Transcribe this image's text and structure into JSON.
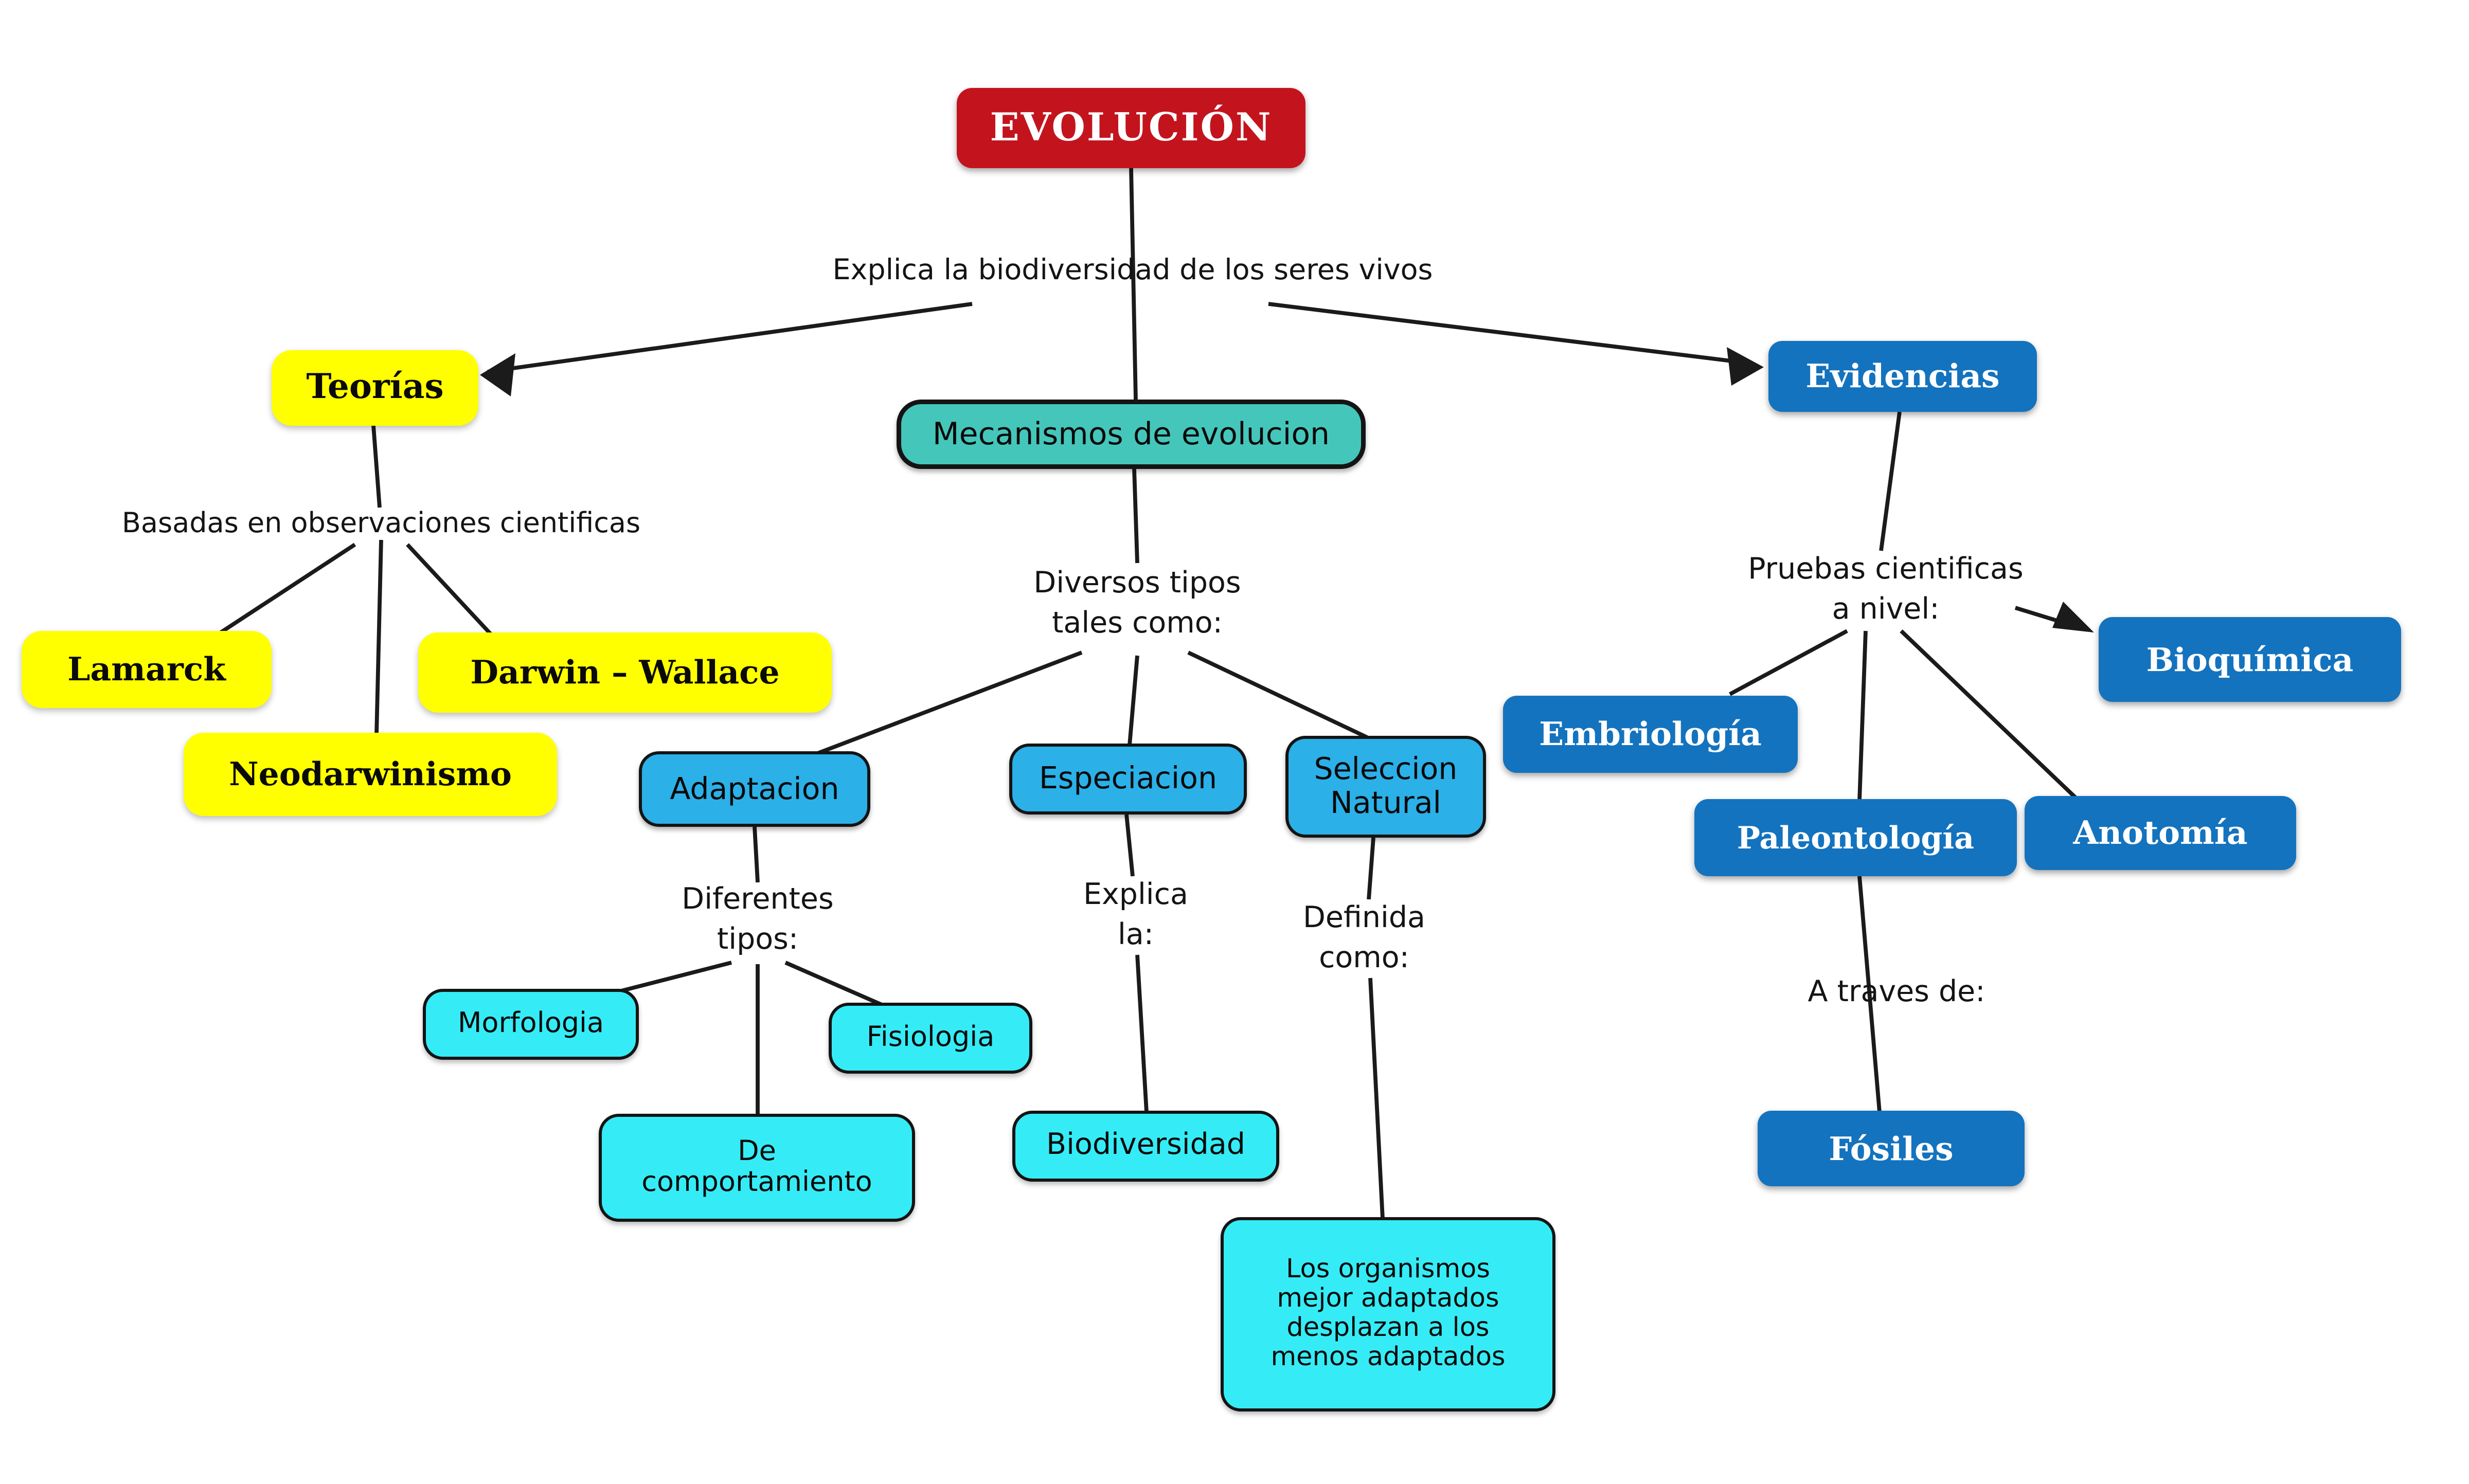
{
  "palette": {
    "background": "#ffffff",
    "red": "#c3141e",
    "yellow": "#ffff00",
    "teal": "#45c6bb",
    "sky_blue": "#2bb0e8",
    "cyan": "#35ecf6",
    "blue": "#1473be",
    "line": "#1b1b1b",
    "text_dark": "#111111",
    "text_light": "#ffffff"
  },
  "nodes": {
    "evolucion": "EVOLUCIÓN",
    "teorias": "Teorías",
    "lamarck": "Lamarck",
    "darwin_wallace": "Darwin – Wallace",
    "neodarwinismo": "Neodarwinismo",
    "mecanismos": "Mecanismos de evolucion",
    "adaptacion": "Adaptacion",
    "especiacion": "Especiacion",
    "seleccion_natural": "Seleccion\nNatural",
    "morfologia": "Morfologia",
    "fisiologia": "Fisiologia",
    "de_comportamiento": "De\ncomportamiento",
    "biodiversidad": "Biodiversidad",
    "organismos": "Los organismos\nmejor adaptados\ndesplazan a los\nmenos adaptados",
    "evidencias": "Evidencias",
    "bioquimica": "Bioquímica",
    "embriologia": "Embriología",
    "paleontologia": "Paleontología",
    "anotomia": "Anotomía",
    "fosiles": "Fósiles"
  },
  "labels": {
    "explica_biodiversidad": "Explica la biodiversidad de los seres vivos",
    "basadas": "Basadas en observaciones cientificas",
    "diversos_tipos": "Diversos tipos\ntales como:",
    "diferentes_tipos": "Diferentes\ntipos:",
    "explica_la": "Explica\nla:",
    "definida_como": "Definida\ncomo:",
    "pruebas": "Pruebas cientificas\na nivel:",
    "a_traves": "A traves de:"
  }
}
